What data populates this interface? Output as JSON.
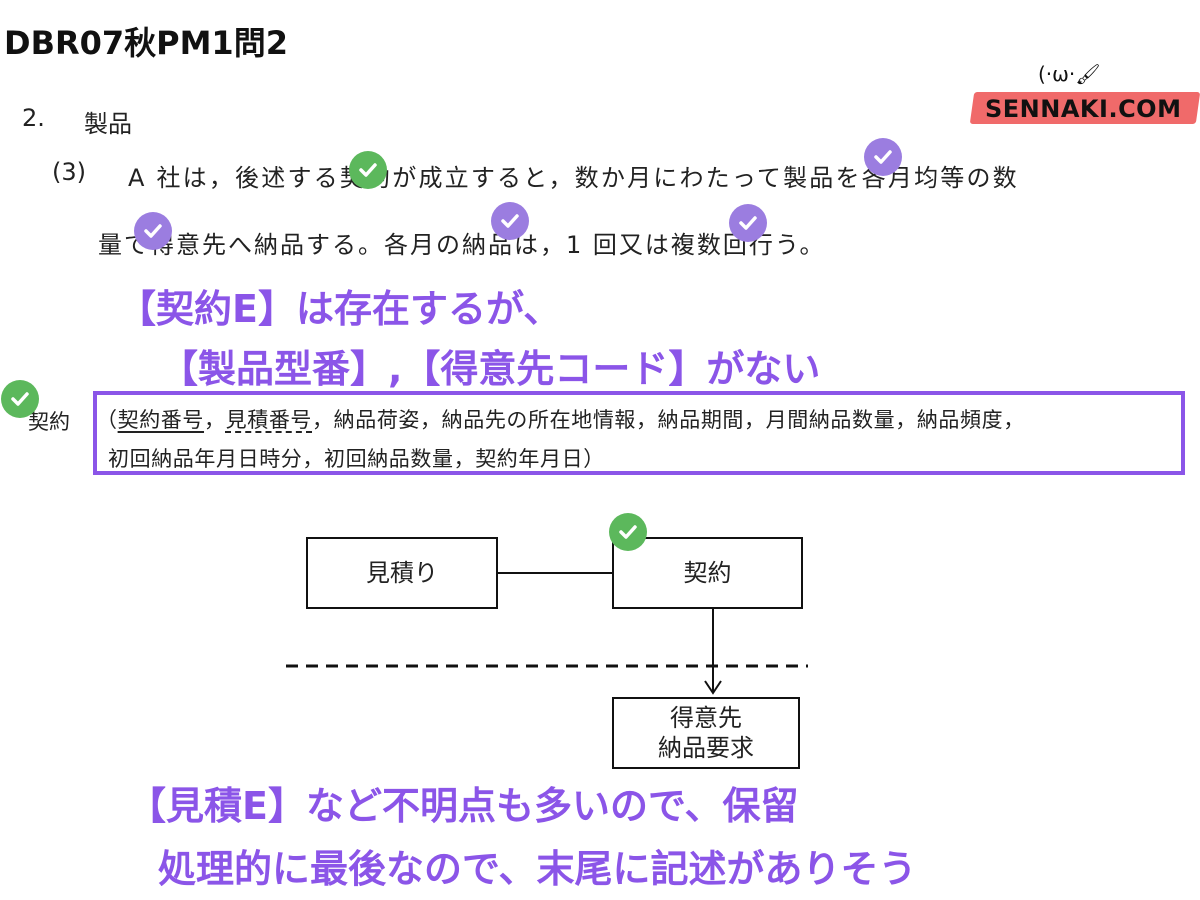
{
  "page_title": "DBR07秋PM1問2",
  "logo": {
    "face": "(·ω·🖌",
    "text": "SENNAKI.COM"
  },
  "section": {
    "number": "2.",
    "name": "製品"
  },
  "item": {
    "number": "(3)",
    "line1": "A 社は，後述する契約が成立すると，数か月にわたって製品を各月均等の数",
    "line2": "量で得意先へ納品する。各月の納品は，1 回又は複数回行う。"
  },
  "notes": {
    "note1": "【契約E】は存在するが、",
    "note2": "【製品型番】,【得意先コード】がない",
    "note3": "【見積E】など不明点も多いので、保留",
    "note4": "処理的に最後なので、末尾に記述がありそう"
  },
  "entity": {
    "label": "契約",
    "open": "（",
    "pk": "契約番号",
    "sep1": "，",
    "fk": "見積番号",
    "rest1": "，納品荷姿，納品先の所在地情報，納品期間，月間納品数量，納品頻度，",
    "line2": "初回納品年月日時分，初回納品数量，契約年月日）"
  },
  "diagram": {
    "box_mitsumori": "見積り",
    "box_keiyaku": "契約",
    "box_request_line1": "得意先",
    "box_request_line2": "納品要求"
  },
  "colors": {
    "accent_purple": "#8B55E8",
    "check_green": "#5cb85c",
    "check_violet": "#9b7de0",
    "logo_brush": "#f06a6a"
  },
  "icons": {
    "check": "check-icon"
  }
}
